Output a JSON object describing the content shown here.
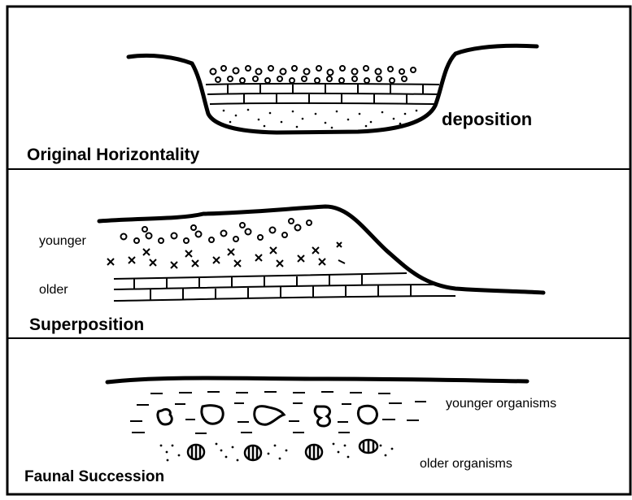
{
  "panels": {
    "original_horizontality": {
      "title": "Original Horizontality",
      "annotation": "deposition"
    },
    "superposition": {
      "title": "Superposition",
      "top_label": "younger",
      "bottom_label": "older"
    },
    "faunal_succession": {
      "title": "Faunal Succession",
      "top_label": "younger organisms",
      "bottom_label": "older organisms"
    }
  },
  "colors": {
    "ink": "#000000",
    "background": "#ffffff"
  }
}
